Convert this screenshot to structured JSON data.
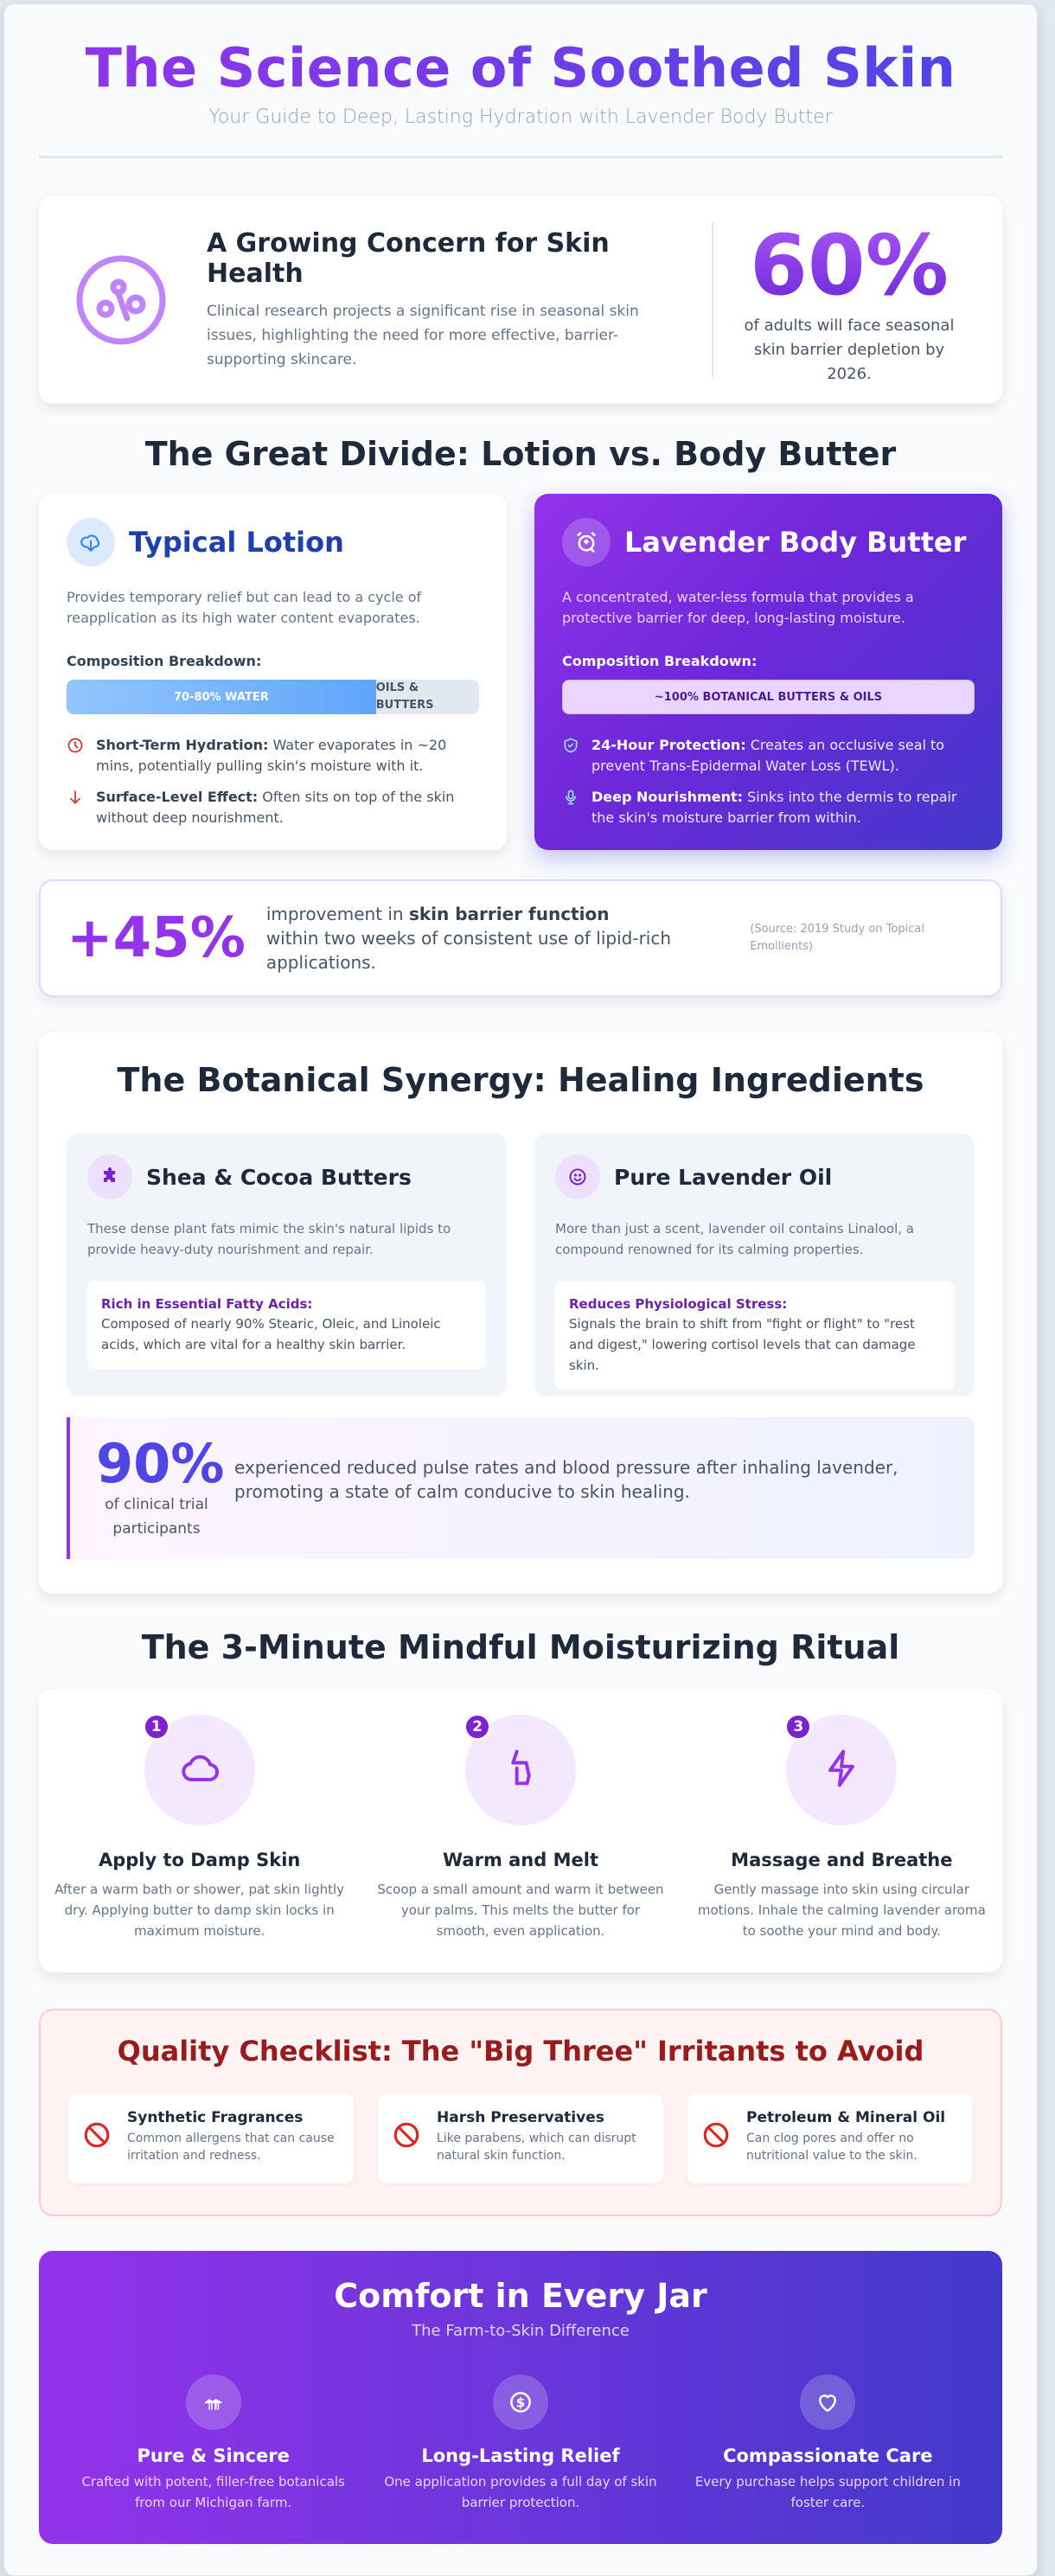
{
  "header": {
    "title": "The Science of Soothed Skin",
    "subtitle": "Your Guide to Deep, Lasting Hydration with Lavender Body Butter"
  },
  "concern": {
    "icon": "bacteria-icon",
    "title": "A Growing Concern for Skin Health",
    "description": "Clinical research projects a significant rise in seasonal skin issues, highlighting the need for more effective, barrier-supporting skincare.",
    "stat_value": "60%",
    "stat_caption": "of adults will face seasonal skin barrier depletion by 2026."
  },
  "comparison": {
    "title": "The Great Divide: Lotion vs. Body Butter",
    "lotion": {
      "icon": "cloud-download-icon",
      "title": "Typical Lotion",
      "description": "Provides temporary relief but can lead to a cycle of reapplication as its high water content evaporates.",
      "composition_label": "Composition Breakdown:",
      "bar_water": "70-80% WATER",
      "bar_oils": "OILS & BUTTERS",
      "points": [
        {
          "icon": "clock-icon",
          "title": "Short-Term Hydration:",
          "text": " Water evaporates in ~20 mins, potentially pulling skin's moisture with it."
        },
        {
          "icon": "arrow-down-icon",
          "title": "Surface-Level Effect:",
          "text": " Often sits on top of the skin without deep nourishment."
        }
      ]
    },
    "butter": {
      "icon": "alarm-clock-icon",
      "title": "Lavender Body Butter",
      "description": "A concentrated, water-less formula that provides a protective barrier for deep, long-lasting moisture.",
      "composition_label": "Composition Breakdown:",
      "bar_full": "~100% BOTANICAL BUTTERS & OILS",
      "points": [
        {
          "icon": "shield-check-icon",
          "title": "24-Hour Protection:",
          "text": " Creates an occlusive seal to prevent Trans-Epidermal Water Loss (TEWL)."
        },
        {
          "icon": "microphone-icon",
          "title": "Deep Nourishment:",
          "text": " Sinks into the dermis to repair the skin's moisture barrier from within."
        }
      ]
    }
  },
  "stat45": {
    "value": "+45%",
    "text_pre": "improvement in ",
    "text_bold": "skin barrier function",
    "text_post": " within two weeks of consistent use of lipid-rich applications.",
    "source": "(Source: 2019 Study on Topical Emollients)"
  },
  "botanical": {
    "title": "The Botanical Synergy: Healing Ingredients",
    "cards": [
      {
        "icon": "puzzle-piece-icon",
        "name": "Shea & Cocoa Butters",
        "description": "These dense plant fats mimic the skin's natural lipids to provide heavy-duty nourishment and repair.",
        "box_title": "Rich in Essential Fatty Acids:",
        "box_text": "Composed of nearly 90% Stearic, Oleic, and Linoleic acids, which are vital for a healthy skin barrier."
      },
      {
        "icon": "smile-icon",
        "name": "Pure Lavender Oil",
        "description": "More than just a scent, lavender oil contains Linalool, a compound renowned for its calming properties.",
        "box_title": "Reduces Physiological Stress:",
        "box_text": "Signals the brain to shift from \"fight or flight\" to \"rest and digest,\" lowering cortisol levels that can damage skin."
      }
    ],
    "stat": {
      "value": "90%",
      "caption": "of clinical trial participants",
      "text": "experienced reduced pulse rates and blood pressure after inhaling lavender, promoting a state of calm conducive to skin healing."
    }
  },
  "ritual": {
    "title": "The 3-Minute Mindful Moisturizing Ritual",
    "steps": [
      {
        "number": "1",
        "icon": "cloud-icon",
        "name": "Apply to Damp Skin",
        "description": "After a warm bath or shower, pat skin lightly dry. Applying butter to damp skin locks in maximum moisture."
      },
      {
        "number": "2",
        "icon": "hand-icon",
        "name": "Warm and Melt",
        "description": "Scoop a small amount and warm it between your palms. This melts the butter for smooth, even application."
      },
      {
        "number": "3",
        "icon": "lightning-bolt-icon",
        "name": "Massage and Breathe",
        "description": "Gently massage into skin using circular motions. Inhale the calming lavender aroma to soothe your mind and body."
      }
    ]
  },
  "checklist": {
    "title": "Quality Checklist: The \"Big Three\" Irritants to Avoid",
    "items": [
      {
        "icon": "prohibited-icon",
        "name": "Synthetic Fragrances",
        "description": "Common allergens that can cause irritation and redness."
      },
      {
        "icon": "prohibited-icon",
        "name": "Harsh Preservatives",
        "description": "Like parabens, which can disrupt natural skin function."
      },
      {
        "icon": "prohibited-icon",
        "name": "Petroleum & Mineral Oil",
        "description": "Can clog pores and offer no nutritional value to the skin."
      }
    ]
  },
  "final": {
    "title": "Comfort in Every Jar",
    "subtitle": "The Farm-to-Skin Difference",
    "items": [
      {
        "icon": "farm-icon",
        "name": "Pure & Sincere",
        "description": "Crafted with potent, filler-free botanicals from our Michigan farm."
      },
      {
        "icon": "dollar-coin-icon",
        "name": "Long-Lasting Relief",
        "description": "One application provides a full day of skin barrier protection."
      },
      {
        "icon": "heart-icon",
        "name": "Compassionate Care",
        "description": "Every purchase helps support children in foster care."
      }
    ]
  },
  "colors": {
    "primary_purple": "#9333ea",
    "indigo": "#4f46e5",
    "lotion_blue": "#1e40af",
    "warning_red": "#991b1b"
  }
}
